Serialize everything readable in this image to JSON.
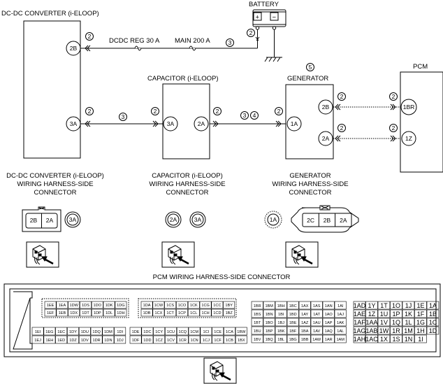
{
  "components": {
    "dcdc": "DC-DC CONVERTER (i-ELOOP)",
    "battery": "BATTERY",
    "capacitor": "CAPACITOR (i-ELOOP)",
    "generator": "GENERATOR",
    "pcm": "PCM"
  },
  "battery_terminals": {
    "plus": "+",
    "minus": "−"
  },
  "fuses": {
    "dcdc_reg": "DCDC REG 30 A",
    "main": "MAIN 200 A"
  },
  "terminals": {
    "dcdc_2b": "2B",
    "dcdc_3a": "3A",
    "cap_3a": "3A",
    "cap_2a": "2A",
    "gen_1a": "1A",
    "gen_2b": "2B",
    "gen_2a": "2A",
    "pcm_1br": "1BR",
    "pcm_1z": "1Z"
  },
  "circle_numbers": {
    "n2": "2",
    "n3": "3",
    "n4": "4",
    "n5": "5"
  },
  "connector_captions": {
    "dcdc": [
      "DC-DC CONVERTER (i-ELOOP)",
      "WIRING HARNESS-SIDE",
      "CONNECTOR"
    ],
    "capacitor": [
      "CAPACITOR (i-ELOOP)",
      "WIRING HARNESS-SIDE",
      "CONNECTOR"
    ],
    "generator": [
      "GENERATOR",
      "WIRING HARNESS-SIDE",
      "CONNECTOR"
    ],
    "pcm": "PCM WIRING HARNESS-SIDE CONNECTOR"
  },
  "connector_faces": {
    "dcdc_a": [
      "2B",
      "2A"
    ],
    "dcdc_b": "3A",
    "cap_a": "2A",
    "cap_b": "3A",
    "gen_a": "1A",
    "gen_b": [
      "2C",
      "2B",
      "2A"
    ]
  },
  "pcm_blocks": {
    "b1_r1": [
      "1EE",
      "1EA",
      "1DW",
      "1DS",
      "1DO",
      "1DK",
      "1DG"
    ],
    "b1_r2": [
      "1EF",
      "1EB",
      "1DX",
      "1DT",
      "1DP",
      "1DL",
      "1DH"
    ],
    "b1_r3": [
      "1EI",
      "1EG",
      "1EC",
      "1DY",
      "1DU",
      "1DQ",
      "1DM",
      "1DI"
    ],
    "b1_r4": [
      "1EJ",
      "1EH",
      "1ED",
      "1DZ",
      "1DV",
      "1DR",
      "1DN",
      "1DJ"
    ],
    "b2_r1": [
      "1DA",
      "1CW",
      "1CS",
      "1CO",
      "1CK",
      "1CG",
      "1CC",
      "1BY"
    ],
    "b2_r2": [
      "1DB",
      "1CX",
      "1CT",
      "1CP",
      "1CL",
      "1CH",
      "1CD",
      "1BZ"
    ],
    "b2_r3": [
      "1DE",
      "1DC",
      "1CY",
      "1CU",
      "1CQ",
      "1CM",
      "1CI",
      "1CE",
      "1CA",
      "1BW"
    ],
    "b2_r4": [
      "1DF",
      "1DD",
      "1CZ",
      "1CV",
      "1CR",
      "1CN",
      "1CJ",
      "1CF",
      "1CB",
      "1BX"
    ],
    "b3_r1": [
      "1BR",
      "1BM",
      "1BH",
      "1BC",
      "1AX",
      "1AS",
      "1AN",
      "1AI"
    ],
    "b3_r2": [
      "1BS",
      "1BN",
      "1BI",
      "1BD",
      "1AY",
      "1AT",
      "1AO",
      "1AJ"
    ],
    "b3_r3": [
      "1BT",
      "1BO",
      "1BJ",
      "1BE",
      "1AZ",
      "1AU",
      "1AP",
      "1AK"
    ],
    "b3_r4": [
      "1BU",
      "1BP",
      "1BK",
      "1BF",
      "1BA",
      "1AV",
      "1AQ",
      "1AL"
    ],
    "b3_r5": [
      "1BV",
      "1BQ",
      "1BL",
      "1BG",
      "1BB",
      "1AW",
      "1AR",
      "1AM"
    ],
    "b4_r1": [
      "1AD",
      "1Y",
      "1T",
      "1O",
      "1J",
      "1E",
      "1A"
    ],
    "b4_r2": [
      "1AE",
      "1Z",
      "1U",
      "1P",
      "1K",
      "1F",
      "1B"
    ],
    "b4_r3": [
      "1AF",
      "1AA",
      "1V",
      "1Q",
      "1L",
      "1G",
      "1C"
    ],
    "b4_r4": [
      "1AG",
      "1AB",
      "1W",
      "1R",
      "1M",
      "1H",
      "1D"
    ],
    "b4_r5": [
      "1AH",
      "1AC",
      "1X",
      "1S",
      "1N",
      "1I"
    ]
  }
}
